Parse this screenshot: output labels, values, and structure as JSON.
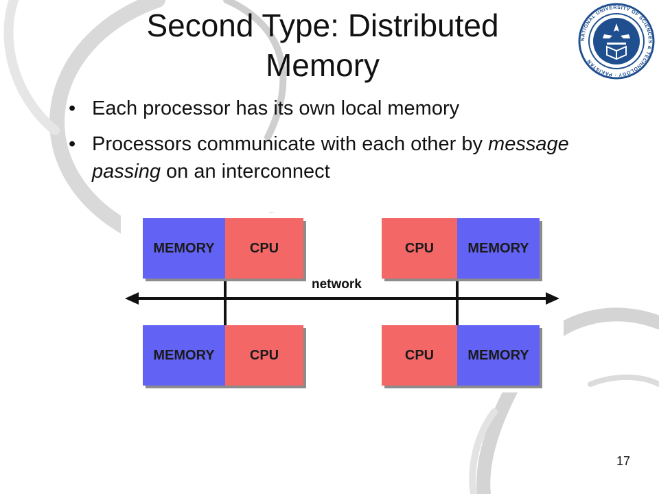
{
  "slide": {
    "title_line1": "Second Type: Distributed",
    "title_line2": "Memory",
    "bullets": [
      {
        "text": "Each processor has its own local memory"
      },
      {
        "text_before": "Processors communicate with each other by ",
        "text_italic": "message passing",
        "text_after": " on an interconnect"
      }
    ],
    "page_number": "17",
    "logo_text": "NATIONAL UNIVERSITY OF SCIENCES & TECHNOLOGY · PAKISTAN"
  },
  "diagram": {
    "network_label": "network",
    "nodes": [
      {
        "left": "MEMORY",
        "right": "CPU"
      },
      {
        "left": "CPU",
        "right": "MEMORY"
      },
      {
        "left": "MEMORY",
        "right": "CPU"
      },
      {
        "left": "CPU",
        "right": "MEMORY"
      }
    ]
  },
  "colors": {
    "memory_box": "#6262f4",
    "cpu_box": "#f46767",
    "logo_blue": "#1f4f8f"
  },
  "bullet_glyph": "•"
}
